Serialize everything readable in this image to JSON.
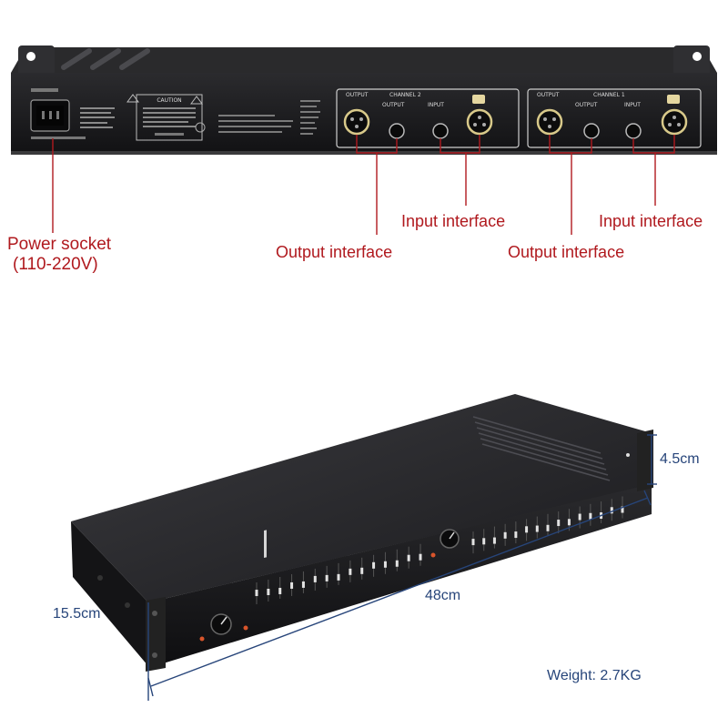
{
  "rear_panel": {
    "channel_2_label": "CHANNEL 2",
    "channel_1_label": "CHANNEL 1",
    "output_label": "OUTPUT",
    "input_label": "INPUT",
    "caution_label": "CAUTION"
  },
  "callouts": {
    "power_socket_line1": "Power socket",
    "power_socket_line2": "(110-220V)",
    "output_interface_1": "Output interface",
    "input_interface_1": "Input interface",
    "output_interface_2": "Output interface",
    "input_interface_2": "Input interface"
  },
  "dimensions": {
    "height": "4.5cm",
    "depth": "15.5cm",
    "width": "48cm",
    "weight": "Weight: 2.7KG"
  },
  "colors": {
    "callout_red": "#b0191e",
    "dimension_blue": "#27457a",
    "chassis_dark": "#1c1c1e"
  }
}
